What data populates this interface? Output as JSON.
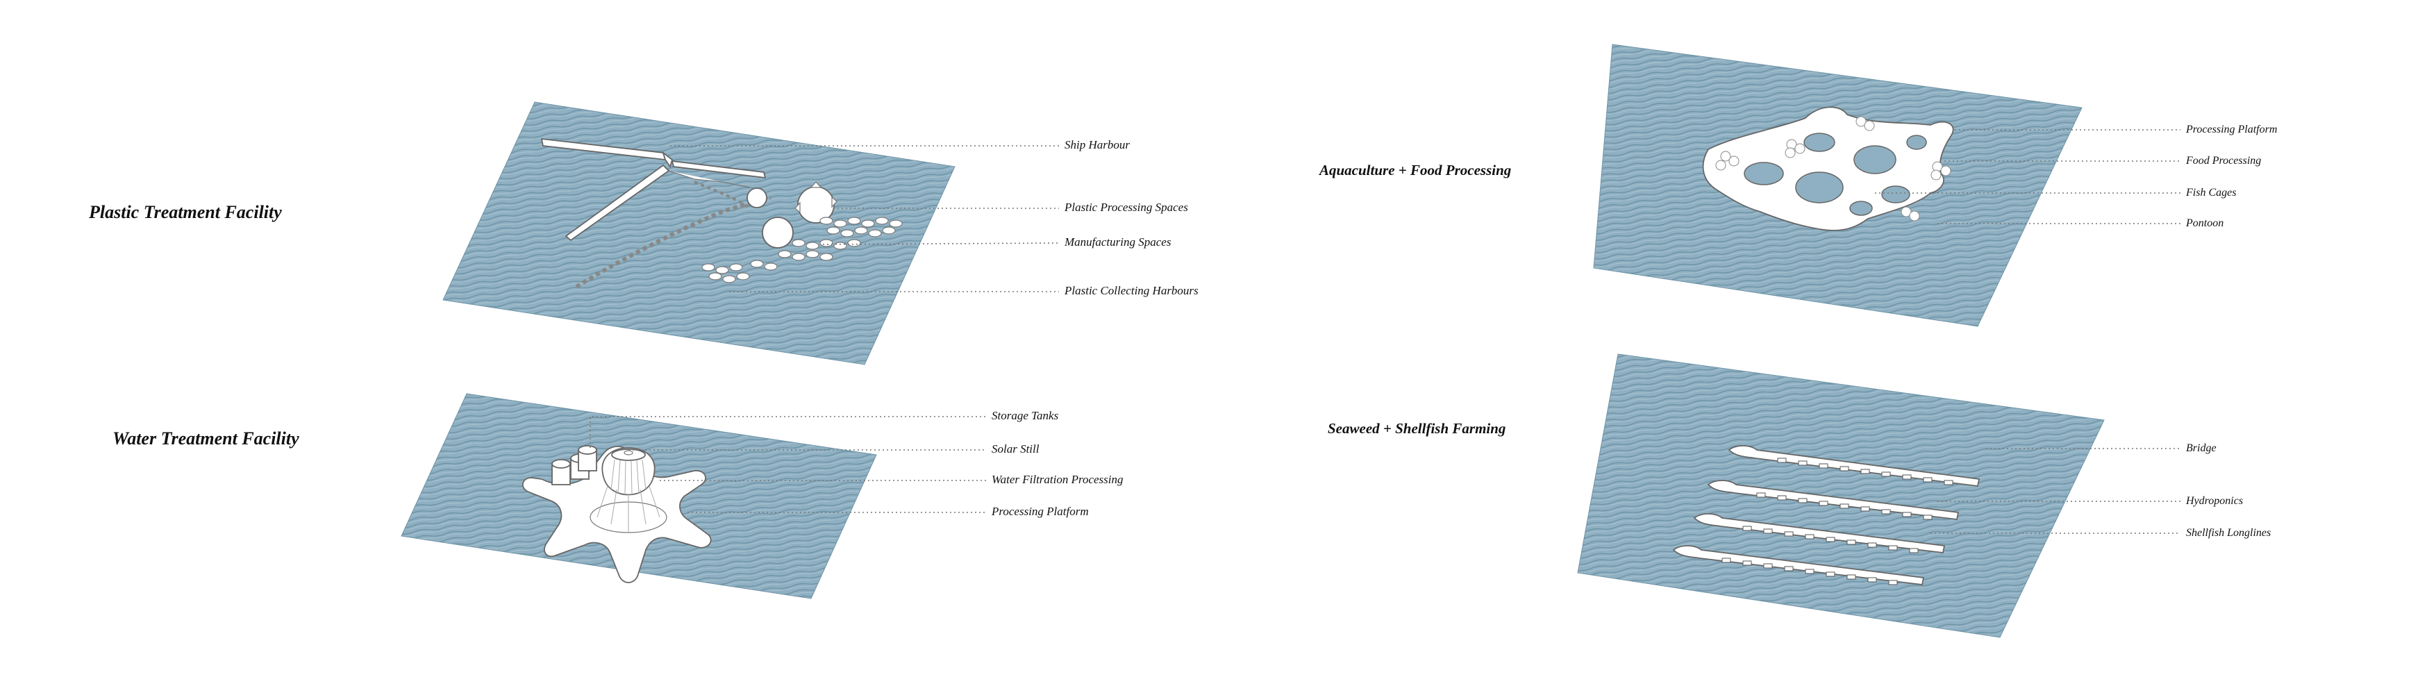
{
  "panels": {
    "plastic": {
      "title": "Plastic Treatment Facility",
      "labels": [
        "Ship Harbour",
        "Plastic Processing Spaces",
        "Manufacturing  Spaces",
        "Plastic Collecting Harbours"
      ]
    },
    "water": {
      "title": "Water Treatment Facility",
      "labels": [
        "Storage Tanks",
        "Solar Still",
        "Water Filtration Processing",
        "Processing Platform"
      ]
    },
    "aquaculture": {
      "title": "Aquaculture + Food Processing",
      "labels": [
        "Processing Platform",
        "Food Processing",
        "Fish Cages",
        "Pontoon"
      ]
    },
    "seaweed": {
      "title": "Seaweed + Shellfish Farming",
      "labels": [
        "Bridge",
        "Hydroponics",
        "Shellfish Longlines"
      ]
    }
  },
  "colors": {
    "water": "#8fb0c2",
    "water_line": "#6e93a6",
    "structure": "#ffffff",
    "text": "#111111",
    "leader": "#777777"
  }
}
